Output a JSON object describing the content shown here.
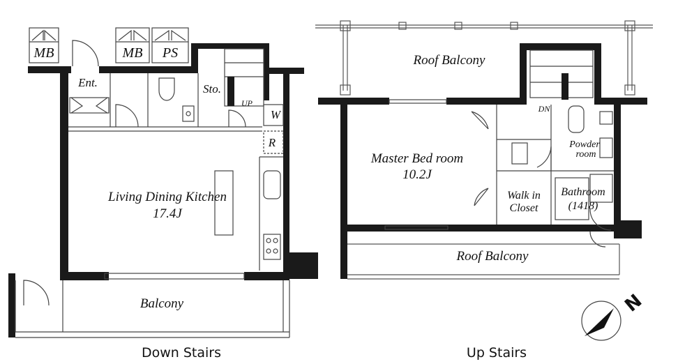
{
  "down": {
    "mb1": "MB",
    "mb2": "MB",
    "ps": "PS",
    "ent": "Ent.",
    "sto": "Sto.",
    "up": "UP",
    "w": "W",
    "r": "R",
    "ldk_name": "Living Dining Kitchen",
    "ldk_size": "17.4J",
    "balcony": "Balcony",
    "caption": "Down Stairs"
  },
  "up": {
    "roof_top": "Roof Balcony",
    "dn": "DN",
    "master_name": "Master Bed room",
    "master_size": "10.2J",
    "powder1": "Powder",
    "powder2": "room",
    "walk1": "Walk in",
    "walk2": "Closet",
    "bath1": "Bathroom",
    "bath2": "(1418)",
    "roof_bottom": "Roof Balcony",
    "caption": "Up Stairs"
  },
  "compass": {
    "letter": "N"
  },
  "colors": {
    "wall": "#1a1a1a",
    "line": "#444444",
    "bg": "#ffffff"
  }
}
